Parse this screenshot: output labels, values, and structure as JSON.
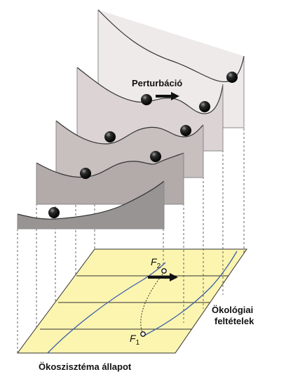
{
  "labels": {
    "perturbation": "Perturbáció",
    "conditions_line1": "Ökológiai",
    "conditions_line2": "feltételek",
    "state_axis": "Ökoszisztéma állapot",
    "f1_letter": "F",
    "f1_sub": "1",
    "f2_letter": "F",
    "f2_sub": "2"
  },
  "colors": {
    "panel_back": "#eeeaea",
    "panel_2": "#dcd4d4",
    "panel_3": "#c8bfbf",
    "panel_4": "#b3aaaa",
    "panel_front": "#989494",
    "base_plane": "#fbf5b0",
    "curve": "#3a5fa8",
    "ball": "#111111",
    "line": "#555555"
  }
}
